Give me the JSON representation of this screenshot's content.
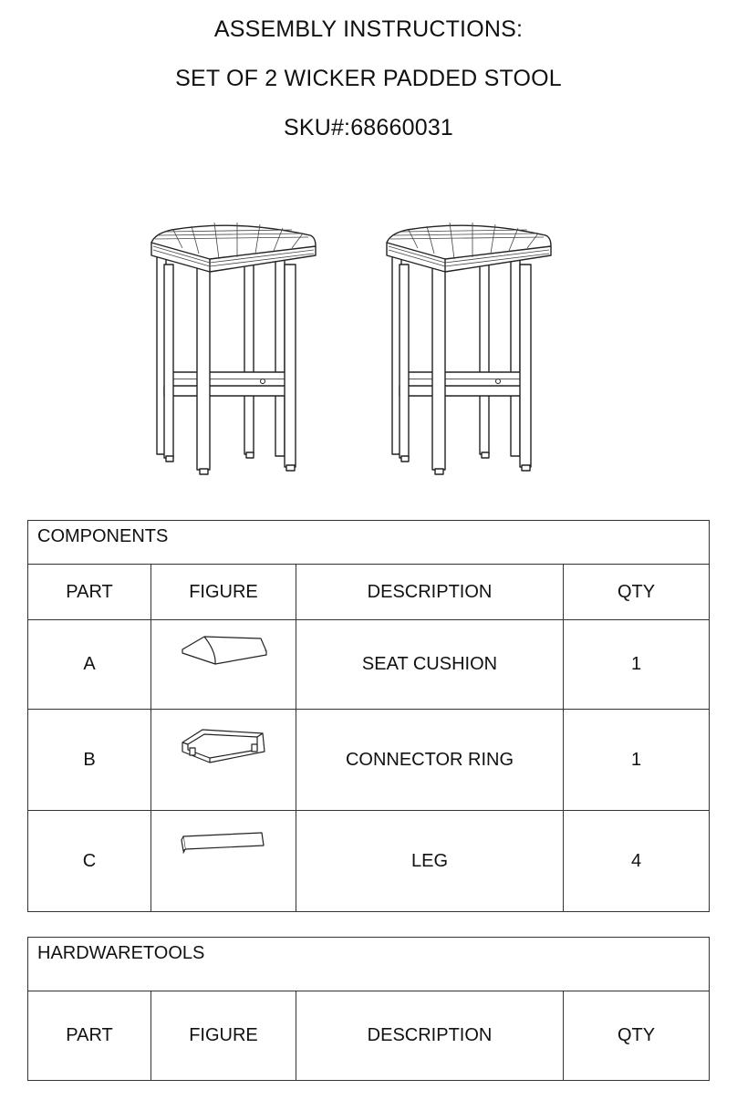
{
  "header": {
    "line1": "ASSEMBLY INSTRUCTIONS:",
    "line2": "SET OF 2 WICKER PADDED STOOL",
    "line3": "SKU#:68660031"
  },
  "components": {
    "title": "COMPONENTS",
    "columns": [
      "PART",
      "FIGURE",
      "DESCRIPTION",
      "QTY"
    ],
    "rows": [
      {
        "part": "A",
        "figure_icon": "seat-cushion-icon",
        "description": "SEAT CUSHION",
        "qty": "1"
      },
      {
        "part": "B",
        "figure_icon": "connector-ring-icon",
        "description": "CONNECTOR RING",
        "qty": "1"
      },
      {
        "part": "C",
        "figure_icon": "leg-icon",
        "description": "LEG",
        "qty": "4"
      }
    ]
  },
  "hardware": {
    "title": "HARDWARETOOLS",
    "columns": [
      "PART",
      "FIGURE",
      "DESCRIPTION",
      "QTY"
    ]
  }
}
